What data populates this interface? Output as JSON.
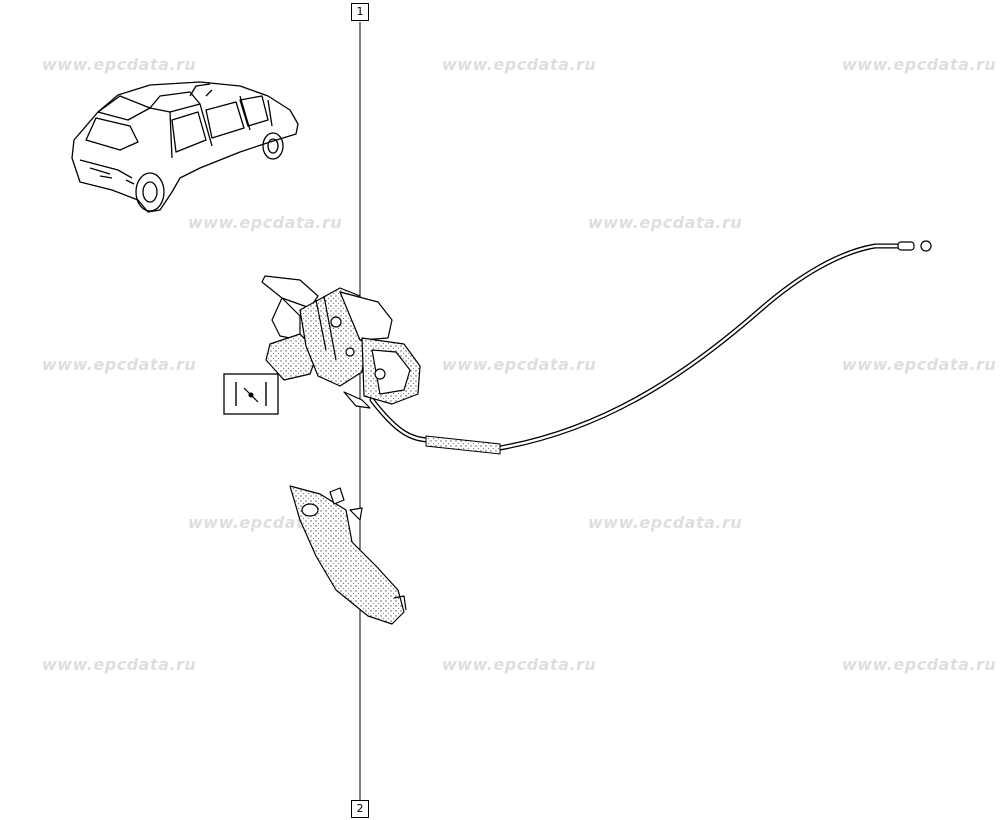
{
  "watermark_text": "www.epcdata.ru",
  "callouts": [
    {
      "label": "1"
    },
    {
      "label": "2"
    }
  ],
  "parts": [
    "car-illustration",
    "release-lever-assembly",
    "bonnet-release-cable",
    "lever-trim-cover",
    "tool-symbol"
  ]
}
